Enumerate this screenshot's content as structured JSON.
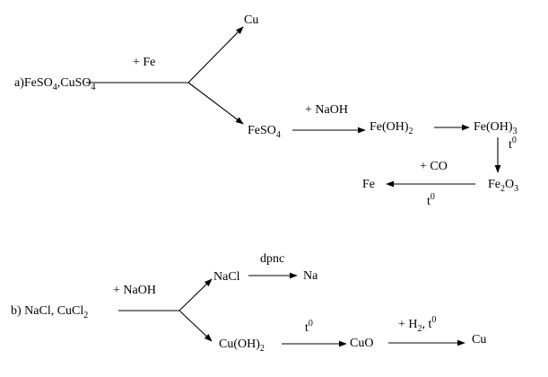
{
  "part_a": {
    "start": {
      "t1": "a)FeSO",
      "s1": "4",
      "t2": ",CuSO",
      "s2": "4"
    },
    "reagent_fe": "+ Fe",
    "product_cu": "Cu",
    "feso4": {
      "t1": "FeSO",
      "s1": "4"
    },
    "reagent_naoh": "+ NaOH",
    "feoh2": {
      "t1": "Fe(OH)",
      "s1": "2"
    },
    "feoh3": {
      "t1": "Fe(OH)",
      "s1": "3"
    },
    "heat_down": {
      "t1": "t",
      "sup": "0"
    },
    "fe2o3": {
      "t1": "Fe",
      "s1": "2",
      "t2": "O",
      "s2": "3"
    },
    "reagent_co": "+ CO",
    "heat_back": {
      "t1": "t",
      "sup": "0"
    },
    "product_fe": "Fe"
  },
  "part_b": {
    "start": {
      "t1": "b) NaCl, CuCl",
      "s1": "2"
    },
    "reagent_naoh": "+ NaOH",
    "nacl": "NaCl",
    "electrolysis": "dpnc",
    "product_na": "Na",
    "cuoh2": {
      "t1": "Cu(OH)",
      "s1": "2"
    },
    "heat": {
      "t1": "t",
      "sup": "0"
    },
    "cuo": "CuO",
    "reagent_h2": {
      "t1": "+ H",
      "s1": "2",
      "t2": ", t",
      "sup": "0"
    },
    "product_cu": "Cu"
  }
}
